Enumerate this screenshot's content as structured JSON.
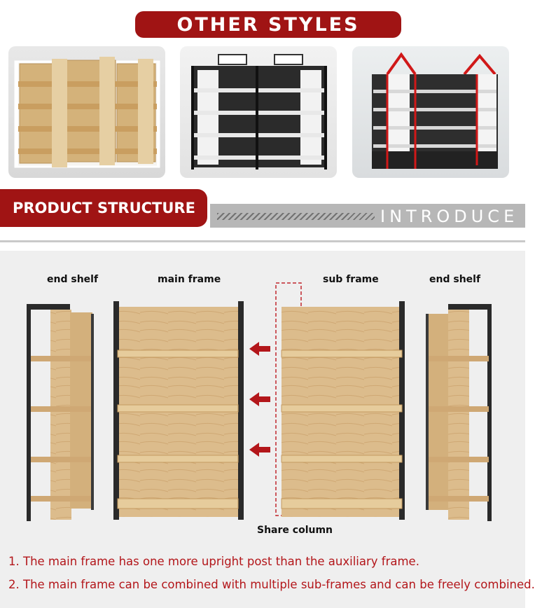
{
  "top_banner": {
    "title": "OTHER STYLES"
  },
  "gallery": [
    {
      "name": "light-wood-shelf-thumbnail"
    },
    {
      "name": "black-metal-shelf-thumbnail"
    },
    {
      "name": "red-roof-shelf-thumbnail"
    }
  ],
  "section": {
    "title": "PRODUCT STRUCTURE",
    "subtitle": "INTRODUCE"
  },
  "diagram": {
    "labels": {
      "end_shelf_left": "end shelf",
      "main_frame": "main frame",
      "sub_frame": "sub frame",
      "end_shelf_right": "end shelf",
      "share_column": "Share column"
    }
  },
  "notes": [
    "1. The main frame has one more upright post than the auxiliary frame.",
    "2. The main frame can be combined with multiple sub-frames and can be freely combined."
  ],
  "colors": {
    "brand_red": "#a01414",
    "note_red": "#b3161a",
    "wood": "#d9b886",
    "frame": "#2a2a2a"
  }
}
